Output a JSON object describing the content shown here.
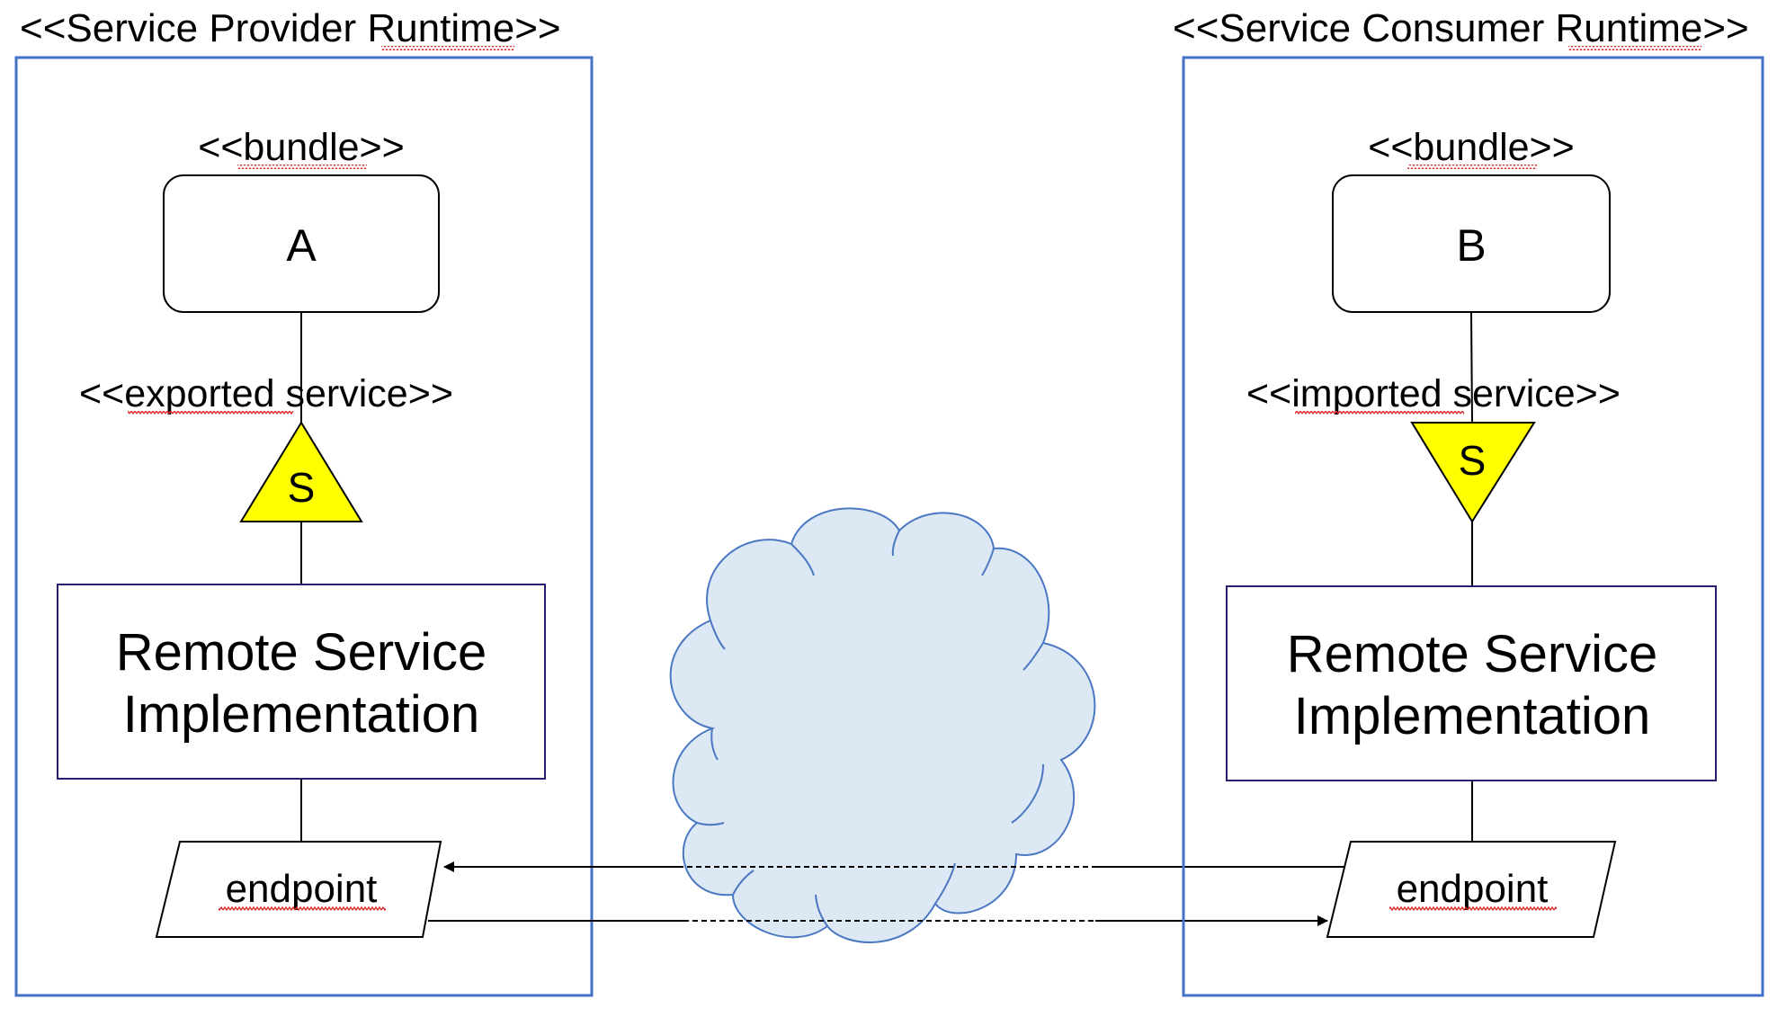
{
  "provider": {
    "title": "<<Service Provider Runtime>>",
    "bundle_stereotype": "<<bundle>>",
    "bundle_name": "A",
    "service_stereotype": "<<exported service>>",
    "service_symbol": "S",
    "rsi_line1": "Remote Service",
    "rsi_line2": "Implementation",
    "endpoint": "endpoint"
  },
  "consumer": {
    "title": "<<Service Consumer Runtime>>",
    "bundle_stereotype": "<<bundle>>",
    "bundle_name": "B",
    "service_stereotype": "<<imported service>>",
    "service_symbol": "S",
    "rsi_line1": "Remote Service",
    "rsi_line2": "Implementation",
    "endpoint": "endpoint"
  },
  "colors": {
    "runtime_border": "#4472c4",
    "rsi_border": "#2e1a6e",
    "service_fill": "#ffff00",
    "cloud_fill": "#dde8f5",
    "cloud_stroke": "#4a78c2"
  }
}
